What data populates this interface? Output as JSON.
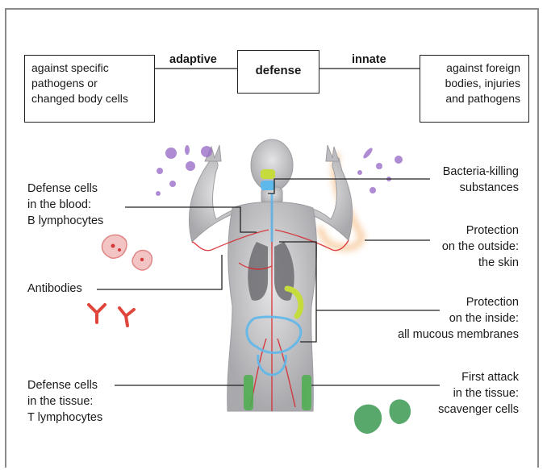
{
  "header": {
    "center_box": "defense",
    "left_link": "adaptive",
    "right_link": "innate",
    "left_box": "against specific\npathogens or\nchanged body cells",
    "right_box": "against foreign\nbodies, injuries\nand pathogens"
  },
  "left_labels": {
    "b_cells": "Defense cells\nin the blood:\nB lymphocytes",
    "antibodies": "Antibodies",
    "t_cells": "Defense cells\nin the tissue:\nT lymphocytes"
  },
  "right_labels": {
    "bacteria": "Bacteria-killing\nsubstances",
    "skin": "Protection\non the outside:\nthe skin",
    "mucous": "Protection\non the inside:\nall mucous membranes",
    "scavenger": "First attack\nin the tissue:\nscavenger cells"
  },
  "colors": {
    "body": "#c9c9cb",
    "skin_glow": "#f6c08a",
    "vessel": "#d7262b",
    "mucous": "#5fb8ea",
    "virus": "#9b6fc7",
    "antibody": "#e0473c",
    "scavenger": "#3b9a52"
  }
}
